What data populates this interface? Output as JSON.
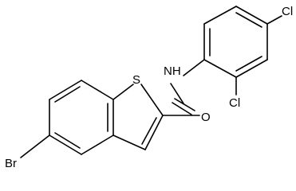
{
  "structure": {
    "atoms": {
      "bromine": "Br",
      "sulfur": "S",
      "oxygen": "O",
      "amide_nh": "NH",
      "chlorine_top": "Cl",
      "chlorine_ortho": "Cl"
    }
  }
}
